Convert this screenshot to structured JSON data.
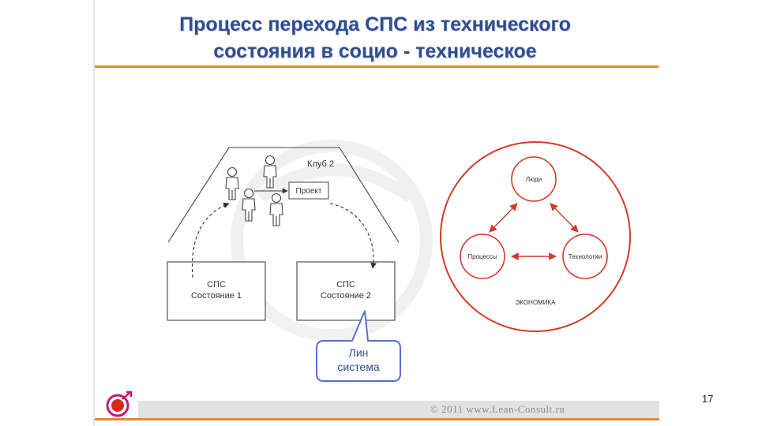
{
  "slide": {
    "title_line1": "Процесс перехода СПС из технического",
    "title_line2": "состояния в социо - техническое",
    "page_number": "17",
    "footer": "© 2011 www.Lean-Consult.ru"
  },
  "left_diagram": {
    "club_label": "Клуб 2",
    "project_label": "Проект",
    "state1_line1": "СПС",
    "state1_line2": "Состояние 1",
    "state2_line1": "СПС",
    "state2_line2": "Состояние 2",
    "callout_line1": "Лин",
    "callout_line2": "система"
  },
  "right_diagram": {
    "people": "Люди",
    "processes": "Процессы",
    "technology": "Технологии",
    "economy": "ЭКОНОМИКА"
  },
  "colors": {
    "title": "#2f4d8f",
    "accent": "#e9892c",
    "circle": "#d43a2a",
    "callout_border": "#5b6fd0",
    "callout_text": "#2f4d8f"
  }
}
